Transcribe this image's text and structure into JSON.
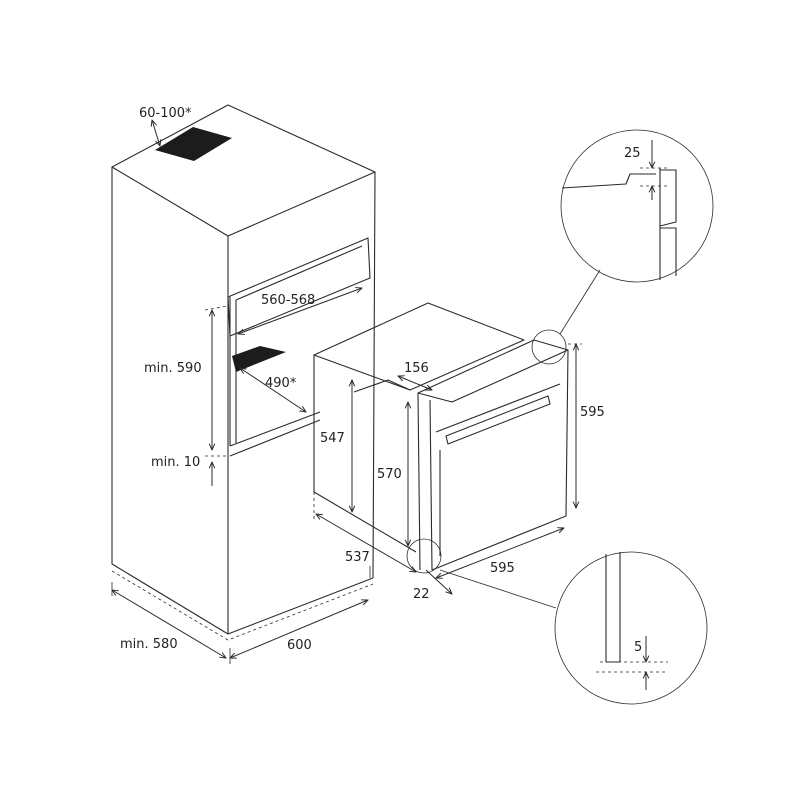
{
  "dimensions": {
    "ventilation_gap": "60-100*",
    "niche_width": "560-568",
    "niche_depth": "490*",
    "niche_height": "min. 590",
    "bottom_gap": "min. 10",
    "cabinet_depth": "min. 580",
    "cabinet_width": "600",
    "oven_panel_depth": "156",
    "oven_body_height": "547",
    "oven_body_height_inner": "570",
    "oven_front_height": "595",
    "oven_depth": "537",
    "oven_width": "595",
    "front_offset": "22",
    "detail_top_gap": "25",
    "detail_bottom_gap": "5"
  },
  "colors": {
    "line": "#2b2b2b",
    "vent": "#1c1c1c",
    "text": "#222222"
  }
}
